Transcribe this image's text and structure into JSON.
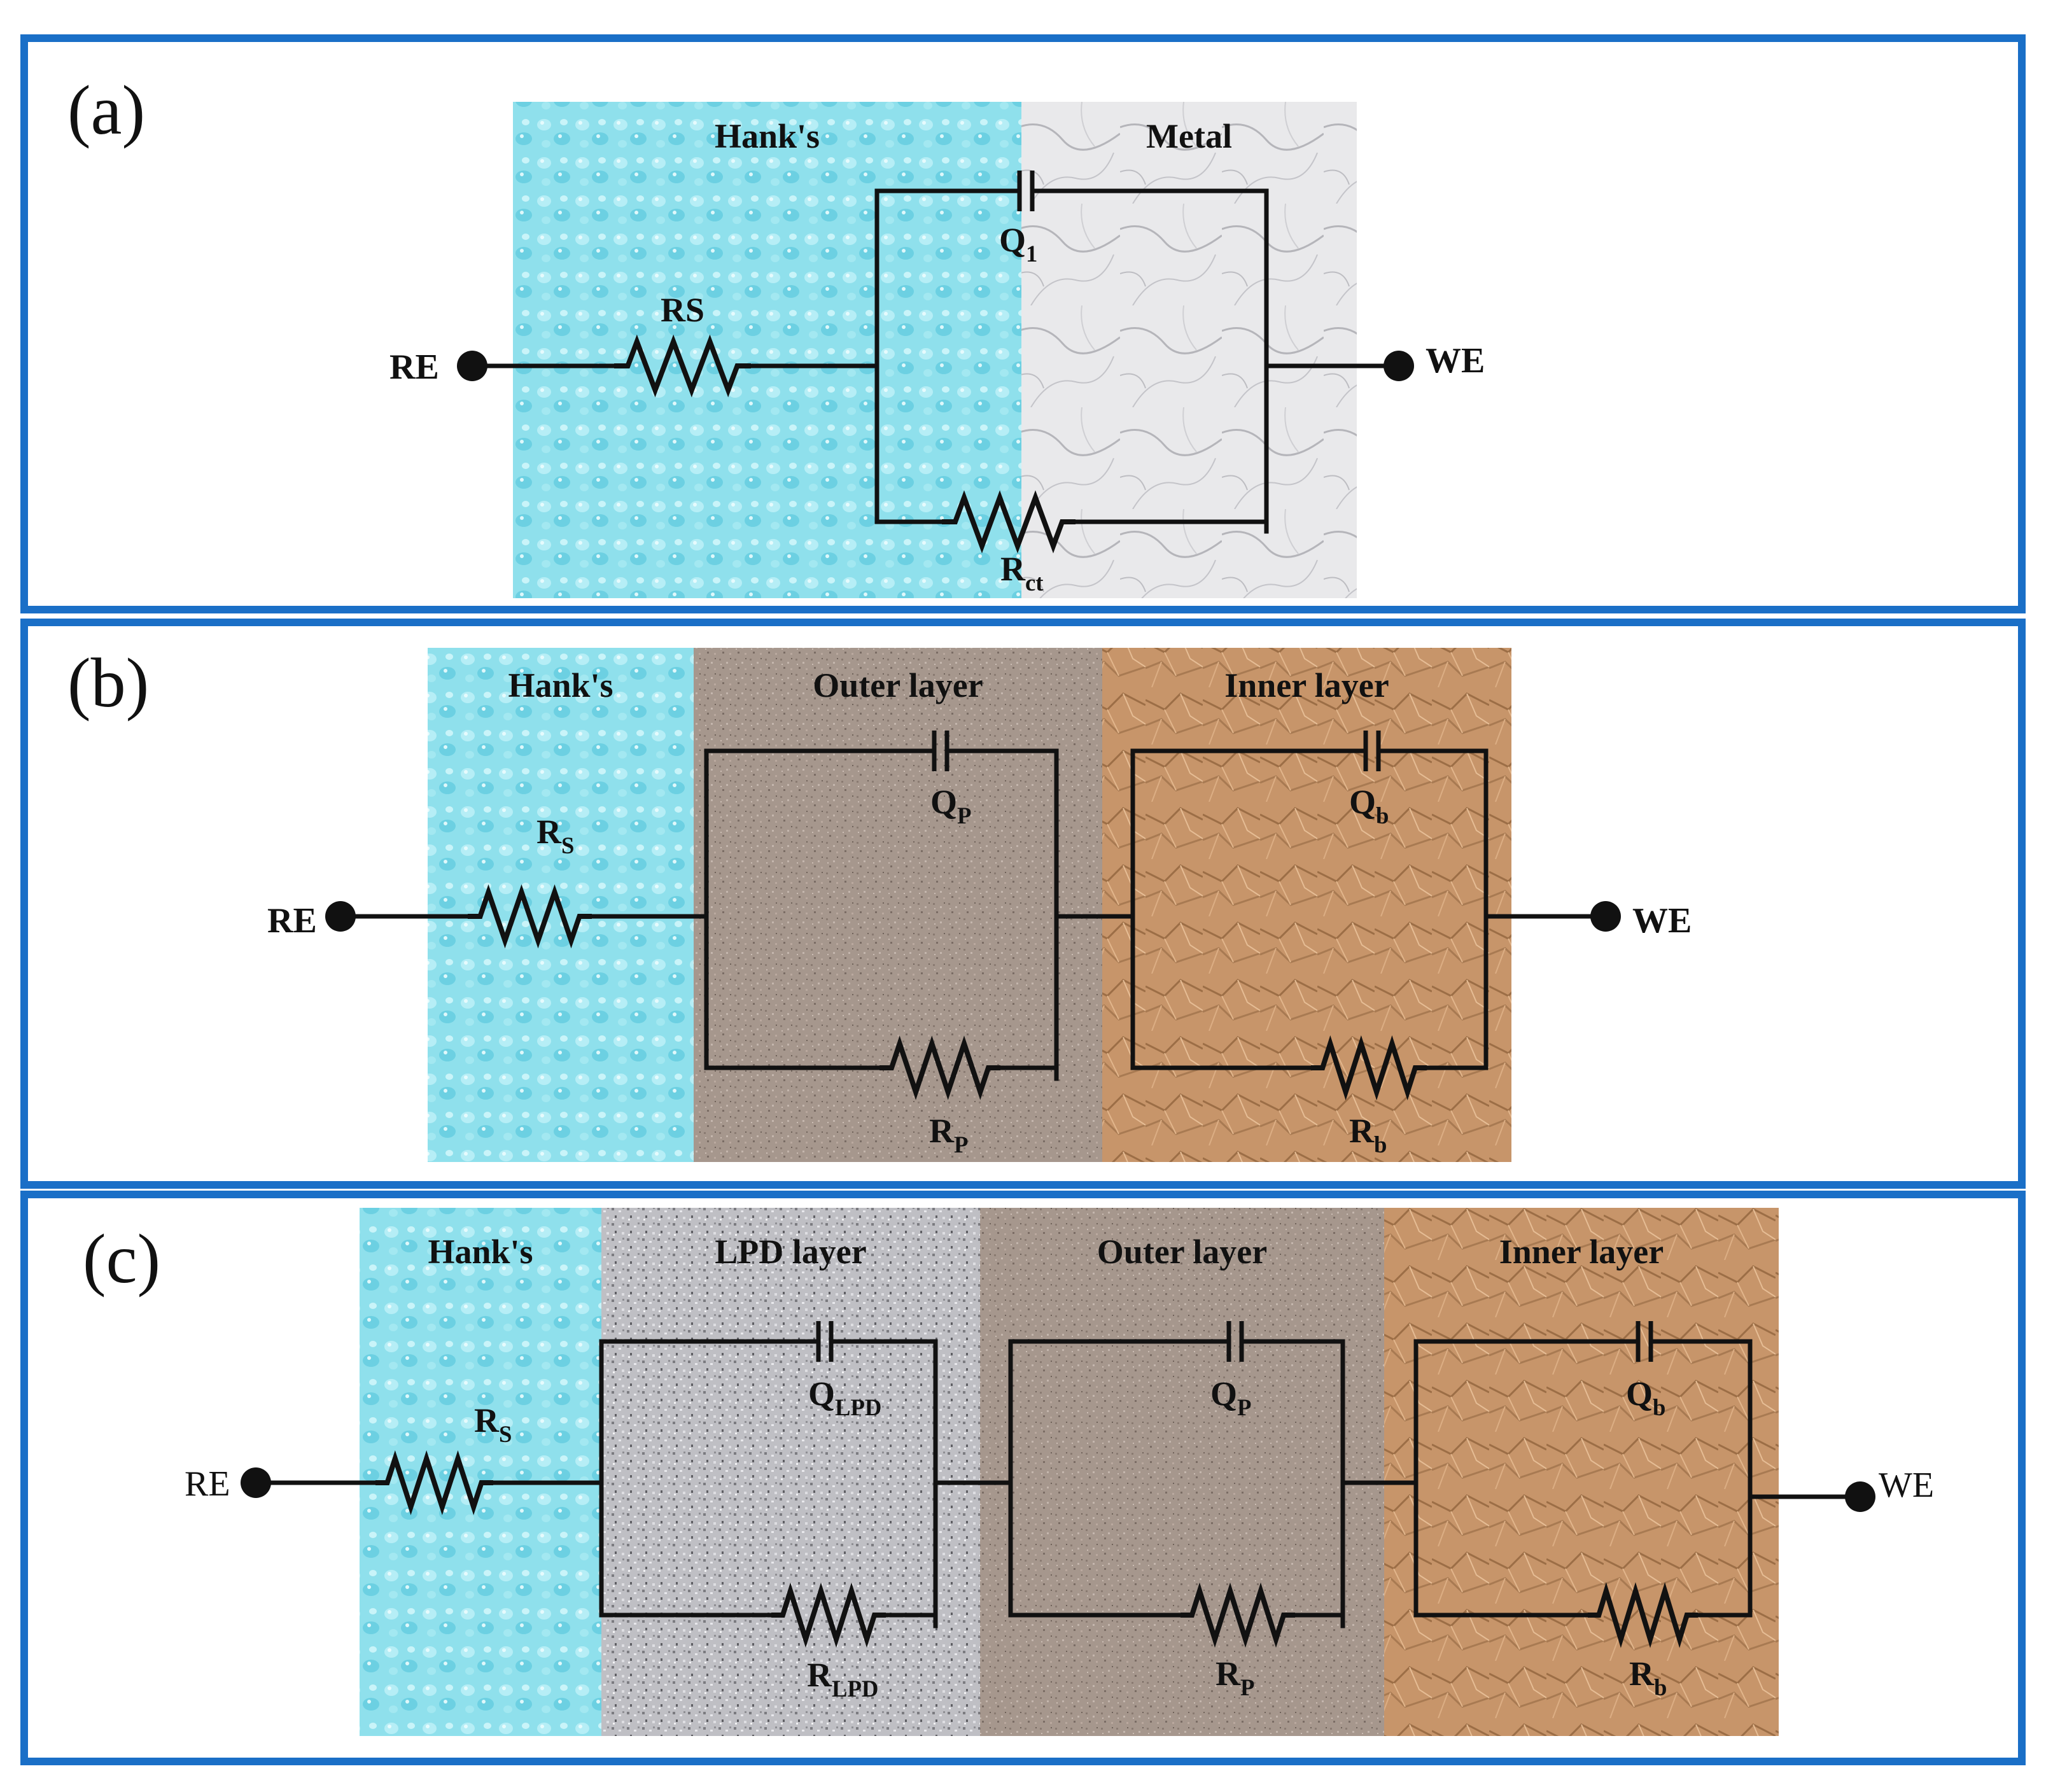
{
  "colors": {
    "frame": "#1a6fc7",
    "hanks": "#8fe0ec",
    "metal": "#e8e8ea",
    "lpd": "#bfbfc4",
    "outer": "#a6978d",
    "inner": "#c7956a"
  },
  "panels": [
    {
      "label": "(a)",
      "terminals": {
        "left": "RE",
        "right": "WE"
      },
      "regions": [
        {
          "label": "Hank's",
          "texture": "water"
        },
        {
          "label": "Metal",
          "texture": "marble"
        }
      ],
      "components": [
        {
          "label": "RS",
          "sub": ""
        },
        {
          "label": "Q",
          "sub": "1"
        },
        {
          "label": "R",
          "sub": "ct"
        }
      ]
    },
    {
      "label": "(b)",
      "terminals": {
        "left": "RE",
        "right": "WE"
      },
      "regions": [
        {
          "label": "Hank's",
          "texture": "water"
        },
        {
          "label": "Outer layer",
          "texture": "speckle"
        },
        {
          "label": "Inner layer",
          "texture": "crumple"
        }
      ],
      "components": [
        {
          "label": "R",
          "sub": "S"
        },
        {
          "label": "Q",
          "sub": "P"
        },
        {
          "label": "R",
          "sub": "P"
        },
        {
          "label": "Q",
          "sub": "b"
        },
        {
          "label": "R",
          "sub": "b"
        }
      ]
    },
    {
      "label": "(c)",
      "terminals": {
        "left": "RE",
        "right": "WE"
      },
      "regions": [
        {
          "label": "Hank's",
          "texture": "water"
        },
        {
          "label": "LPD layer",
          "texture": "granite"
        },
        {
          "label": "Outer layer",
          "texture": "speckle"
        },
        {
          "label": "Inner layer",
          "texture": "crumple"
        }
      ],
      "components": [
        {
          "label": "R",
          "sub": "S"
        },
        {
          "label": "Q",
          "sub": "LPD"
        },
        {
          "label": "R",
          "sub": "LPD"
        },
        {
          "label": "Q",
          "sub": "P"
        },
        {
          "label": "R",
          "sub": "P"
        },
        {
          "label": "Q",
          "sub": "b"
        },
        {
          "label": "R",
          "sub": "b"
        }
      ]
    }
  ]
}
